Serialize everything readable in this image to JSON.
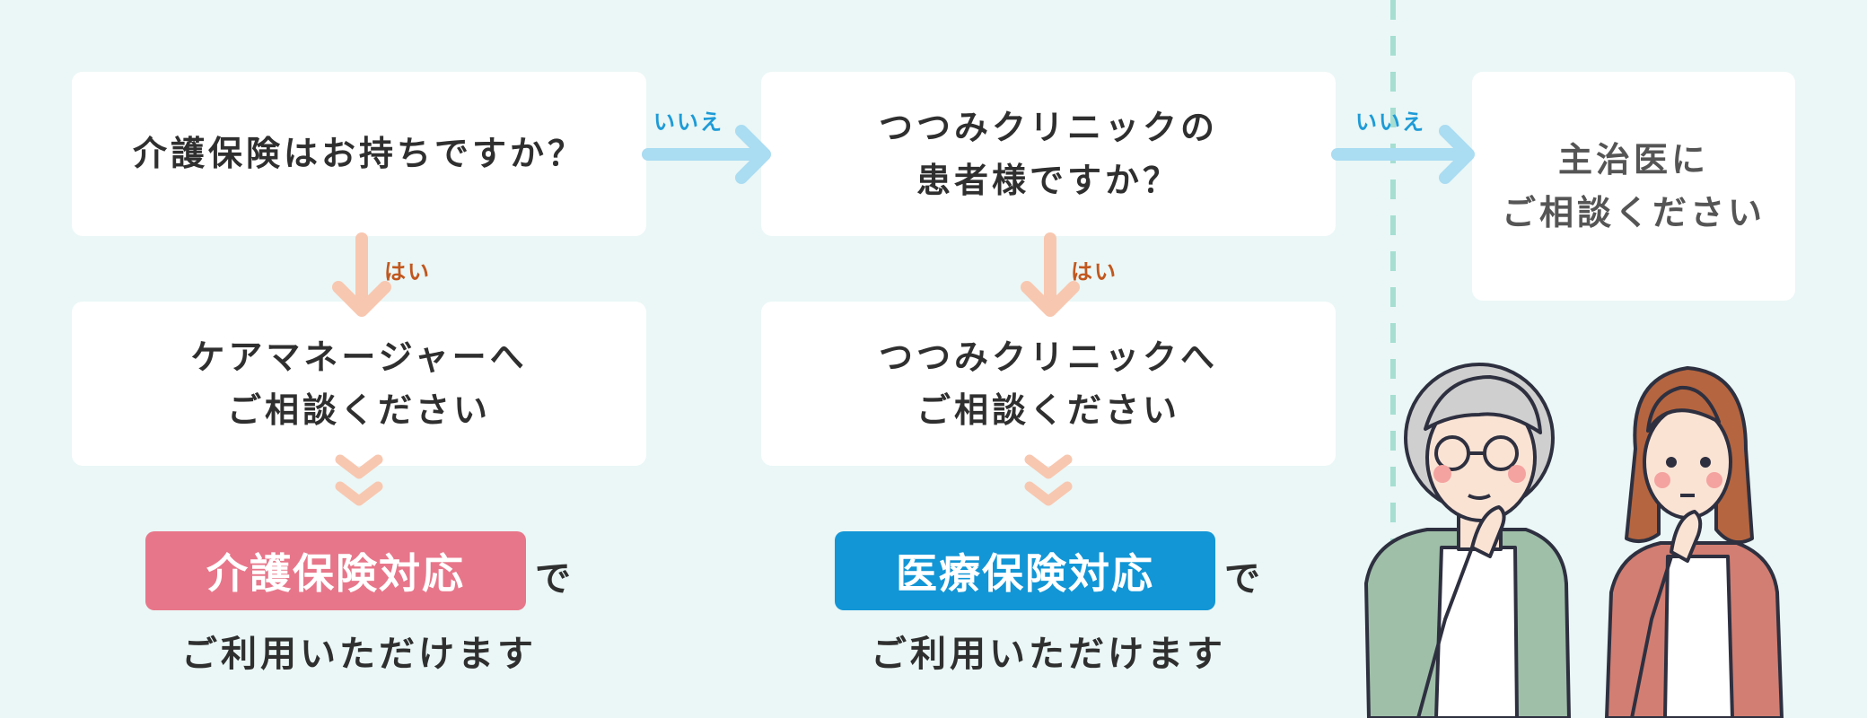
{
  "flow": {
    "q1": "介護保険はお持ちですか？",
    "q2_line1": "つつみクリニックの",
    "q2_line2": "患者様ですか？",
    "r3_line1": "主治医に",
    "r3_line2": "ご相談ください",
    "r1_line1": "ケアマネージャーへ",
    "r1_line2": "ご相談ください",
    "r2_line1": "つつみクリニックへ",
    "r2_line2": "ご相談ください",
    "no_label": "いいえ",
    "yes_label": "はい",
    "care_badge": "介護保険対応",
    "medical_badge": "医療保険対応",
    "de": "で",
    "usable": "ご利用いただけます"
  },
  "colors": {
    "background": "#eaf7f6",
    "care_badge": "#e8768a",
    "medical_badge": "#1296d6",
    "no_arrow": "#aadcf2",
    "yes_arrow": "#f8c7b0",
    "divider": "#a6dfd2"
  },
  "illustration": {
    "elderly_woman": "elderly-woman-thinking-illustration",
    "young_woman": "young-woman-thinking-illustration"
  }
}
